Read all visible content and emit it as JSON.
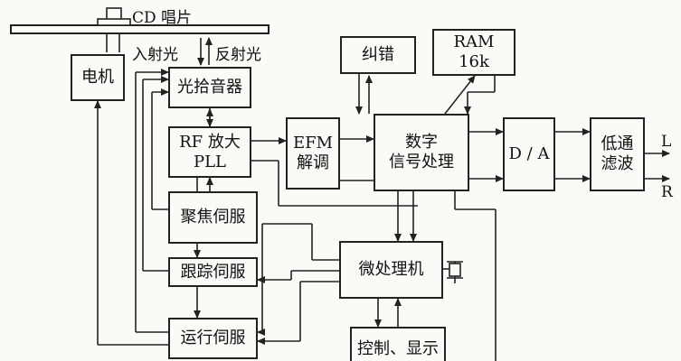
{
  "disc": {
    "label": "CD 唱片"
  },
  "light": {
    "incident": "入射光",
    "reflected": "反射光"
  },
  "blocks": {
    "motor": "电机",
    "pickup": "光拾音器",
    "rf_amp": "RF 放大\nPLL",
    "focus_servo": "聚焦伺服",
    "tracking_servo": "跟踪伺服",
    "drive_servo": "运行伺服",
    "efm": "EFM\n解调",
    "error_correction": "纠错",
    "ram": "RAM\n16k",
    "dsp": "数字\n信号处理",
    "dac": "D / A",
    "lowpass": "低通\n滤波",
    "micro": "微处理机",
    "control_display": "控制、显示"
  },
  "outputs": {
    "left": "L",
    "right": "R"
  },
  "colors": {
    "line": "#222222",
    "background": "#fafaf6"
  },
  "icons": {
    "crystal": "crystal-oscillator-icon"
  }
}
